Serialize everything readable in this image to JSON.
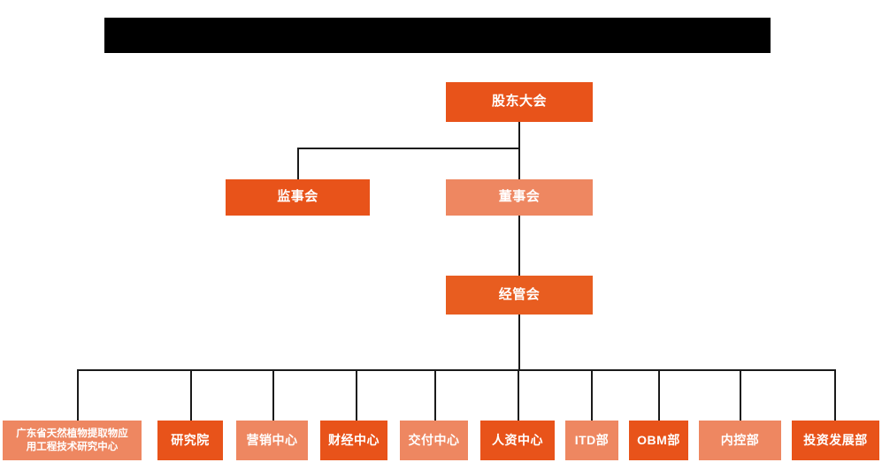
{
  "title_banner": {
    "name": "redacted-title-bar",
    "text": "",
    "color": "#000000"
  },
  "palette": {
    "background": "#ffffff",
    "deep_orange": "#E8531A",
    "mid_orange": "#E85D20",
    "light_orange": "#EE8761",
    "line": "#1a1a1a",
    "text": "#ffffff"
  },
  "chart_data": {
    "type": "diagram",
    "diagram_type": "organization-chart",
    "title": "",
    "levels": [
      {
        "level": 1,
        "nodes": [
          {
            "id": "shareholders",
            "label": "股东大会",
            "color": "#E8531A"
          }
        ]
      },
      {
        "level": 2,
        "nodes": [
          {
            "id": "supervisors",
            "label": "监事会",
            "color": "#E8531A"
          },
          {
            "id": "directors",
            "label": "董事会",
            "color": "#EE8761"
          }
        ]
      },
      {
        "level": 3,
        "nodes": [
          {
            "id": "management",
            "label": "经管会",
            "color": "#E85D20"
          }
        ]
      },
      {
        "level": 4,
        "nodes": [
          {
            "id": "dept-1",
            "label": "广东省天然植物提取物应\n用工程技术研究中心",
            "color": "#EE8761"
          },
          {
            "id": "dept-2",
            "label": "研究院",
            "color": "#E8531A"
          },
          {
            "id": "dept-3",
            "label": "营销中心",
            "color": "#EE8761"
          },
          {
            "id": "dept-4",
            "label": "财经中心",
            "color": "#E8531A"
          },
          {
            "id": "dept-5",
            "label": "交付中心",
            "color": "#EE8761"
          },
          {
            "id": "dept-6",
            "label": "人资中心",
            "color": "#E8531A"
          },
          {
            "id": "dept-7",
            "label": "ITD部",
            "color": "#EE8761"
          },
          {
            "id": "dept-8",
            "label": "OBM部",
            "color": "#E8531A"
          },
          {
            "id": "dept-9",
            "label": "内控部",
            "color": "#EE8761"
          },
          {
            "id": "dept-10",
            "label": "投资发展部",
            "color": "#E8531A"
          }
        ]
      }
    ],
    "edges": [
      {
        "from": "shareholders",
        "to": "supervisors"
      },
      {
        "from": "shareholders",
        "to": "directors"
      },
      {
        "from": "directors",
        "to": "management"
      },
      {
        "from": "management",
        "to": "dept-1"
      },
      {
        "from": "management",
        "to": "dept-2"
      },
      {
        "from": "management",
        "to": "dept-3"
      },
      {
        "from": "management",
        "to": "dept-4"
      },
      {
        "from": "management",
        "to": "dept-5"
      },
      {
        "from": "management",
        "to": "dept-6"
      },
      {
        "from": "management",
        "to": "dept-7"
      },
      {
        "from": "management",
        "to": "dept-8"
      },
      {
        "from": "management",
        "to": "dept-9"
      },
      {
        "from": "management",
        "to": "dept-10"
      }
    ]
  }
}
